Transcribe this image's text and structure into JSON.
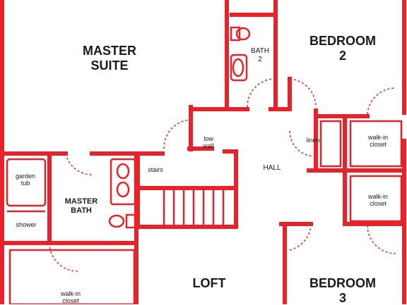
{
  "colors": {
    "wall": "#e8222b",
    "background": "#ffffff",
    "text": "#1a1a1a"
  },
  "rooms": {
    "master_suite": [
      "MASTER",
      "SUITE"
    ],
    "bedroom2": [
      "BEDROOM",
      "2"
    ],
    "bath2": [
      "BATH",
      "2"
    ],
    "low_wall": [
      "low",
      "wall"
    ],
    "hall": "HALL",
    "linen": "linen",
    "walkin_closet_top": [
      "walk-in",
      "closet"
    ],
    "walkin_closet_mid": [
      "walk-in",
      "closet"
    ],
    "stairs": "stairs",
    "garden_tub": [
      "garden",
      "tub"
    ],
    "master_bath": [
      "MASTER",
      "BATH"
    ],
    "shower": "shower",
    "walkin_closet_master": [
      "walk-in",
      "closet"
    ],
    "loft": "LOFT",
    "bedroom3": [
      "BEDROOM",
      "3"
    ]
  }
}
